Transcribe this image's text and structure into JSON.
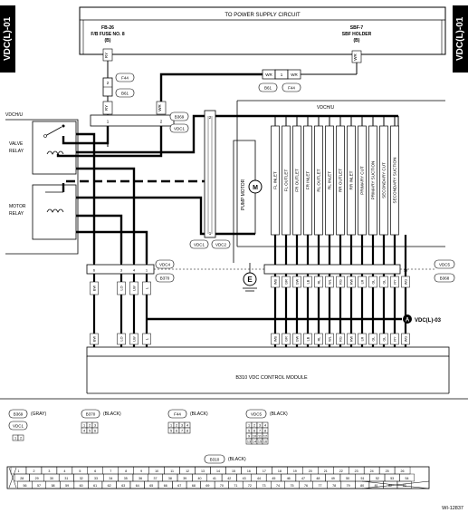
{
  "side_tab": "VDC(L)-01",
  "top_banner": "TO POWER SUPPLY CIRCUIT",
  "fuse_left": {
    "line1": "FB-26",
    "line2": "F/B FUSE NO. 8",
    "line3": "(B)"
  },
  "fuse_right": {
    "line1": "SBF-7",
    "line2": "SBF HOLDER",
    "line3": "(B)"
  },
  "wire_colors": {
    "ry": "RY",
    "wr": "WR",
    "bw": "BW",
    "lo": "LO",
    "lw": "LW",
    "l": "L"
  },
  "connectors": {
    "f44": "F44",
    "b61": "B61",
    "b369": "B369",
    "vdc1": "VDC1",
    "vdc2": "VDC2",
    "vdc4": "VDC4",
    "vdc5": "VDC5",
    "b370": "B370",
    "b368": "B368",
    "b310": "B310"
  },
  "small_pins": {
    "p1": "1",
    "p2": "2"
  },
  "left_unit": {
    "title": "VDCH/U",
    "valve_relay": [
      "VALVE",
      "RELAY"
    ],
    "motor_relay": [
      "MOTOR",
      "RELAY"
    ]
  },
  "right_unit": {
    "title": "VDCH/U",
    "pump_motor": "PUMP MOTOR",
    "motor_symbol": "M",
    "ground_symbol": "E"
  },
  "valves": [
    "FL INLET",
    "FL OUTLET",
    "FR OUTLET",
    "FR INLET",
    "RL OUTLET",
    "RL INLET",
    "RR OUTLET",
    "RR INLET",
    "PRIMARY CUT",
    "PRIMARY SUCTION",
    "SECONDARY CUT",
    "SECONDARY SUCTION"
  ],
  "right_upper_pins": [
    "1",
    "2",
    "3",
    "4",
    "5",
    "6",
    "7",
    "8",
    "9",
    "10",
    "11",
    "12",
    "13"
  ],
  "right_upper_colors": [
    "WB",
    "GR",
    "GW",
    "LB",
    "RL",
    "WL",
    "RG",
    "RW",
    "LR",
    "GL",
    "GL",
    "RY",
    "WG"
  ],
  "right_lower_pins": [
    "34",
    "6",
    "7",
    "31",
    "12",
    "3",
    "2",
    "29",
    "32",
    "5",
    "8",
    "30",
    "9"
  ],
  "right_lower_colors": [
    "WB",
    "GR",
    "GW",
    "LB",
    "RL",
    "WL",
    "RG",
    "RW",
    "LR",
    "GL",
    "GL",
    "RY",
    "WG"
  ],
  "left_upper_pins": [
    "6",
    "3",
    "4",
    "1"
  ],
  "left_lower_pins": [
    "33",
    "4",
    "28",
    "27"
  ],
  "left_lower_colors": [
    "BW",
    "LO",
    "LW",
    "L"
  ],
  "vdc2_pins": {
    "top": "2",
    "bottom": "1"
  },
  "continuation": {
    "letter": "A",
    "label": "VDC(L)-03"
  },
  "module": "B310 VDC CONTROL MODULE",
  "legend": {
    "b369_title": "B369",
    "b369_color": "(GRAY)",
    "vdc1_title": "VDC1",
    "b370_title": "B370",
    "b370_color": "(BLACK)",
    "f44_title": "F44",
    "f44_color": "(BLACK)",
    "vdc5_title": "VDC5",
    "vdc5_color": "(BLACK)",
    "b310_title": "B310",
    "b310_color": "(BLACK)",
    "b369_pins": [
      "1",
      "2"
    ],
    "b370_pins": [
      "1",
      "2",
      "3",
      "4",
      "5",
      "6"
    ],
    "f44_pins": [
      "1",
      "2",
      "3",
      "4",
      "5",
      "6",
      "7",
      "8"
    ],
    "vdc5_pins": [
      "1",
      "2",
      "3",
      "4",
      "5",
      "6",
      "7",
      "8",
      "9",
      "10",
      "11",
      "12",
      "13",
      "14",
      "15",
      "16"
    ],
    "b310_row1": [
      "1",
      "2",
      "3",
      "4",
      "5",
      "6",
      "7",
      "8",
      "9",
      "10",
      "11",
      "12",
      "13",
      "14",
      "15",
      "16",
      "17",
      "18",
      "19",
      "20",
      "21",
      "22",
      "23",
      "24",
      "25",
      "26"
    ],
    "b310_row2": [
      "28",
      "29",
      "30",
      "31",
      "32",
      "33",
      "34",
      "35",
      "36",
      "37",
      "38",
      "39",
      "40",
      "41",
      "42",
      "43",
      "44",
      "45",
      "46",
      "47",
      "48",
      "49",
      "50",
      "51",
      "52",
      "53",
      "54"
    ],
    "b310_row3": [
      "56",
      "57",
      "58",
      "59",
      "60",
      "61",
      "62",
      "63",
      "64",
      "65",
      "66",
      "67",
      "68",
      "69",
      "70",
      "71",
      "72",
      "73",
      "74",
      "75",
      "76",
      "77",
      "78",
      "79",
      "80",
      "81",
      "82",
      "83"
    ]
  },
  "figure_id": "WI-12837"
}
